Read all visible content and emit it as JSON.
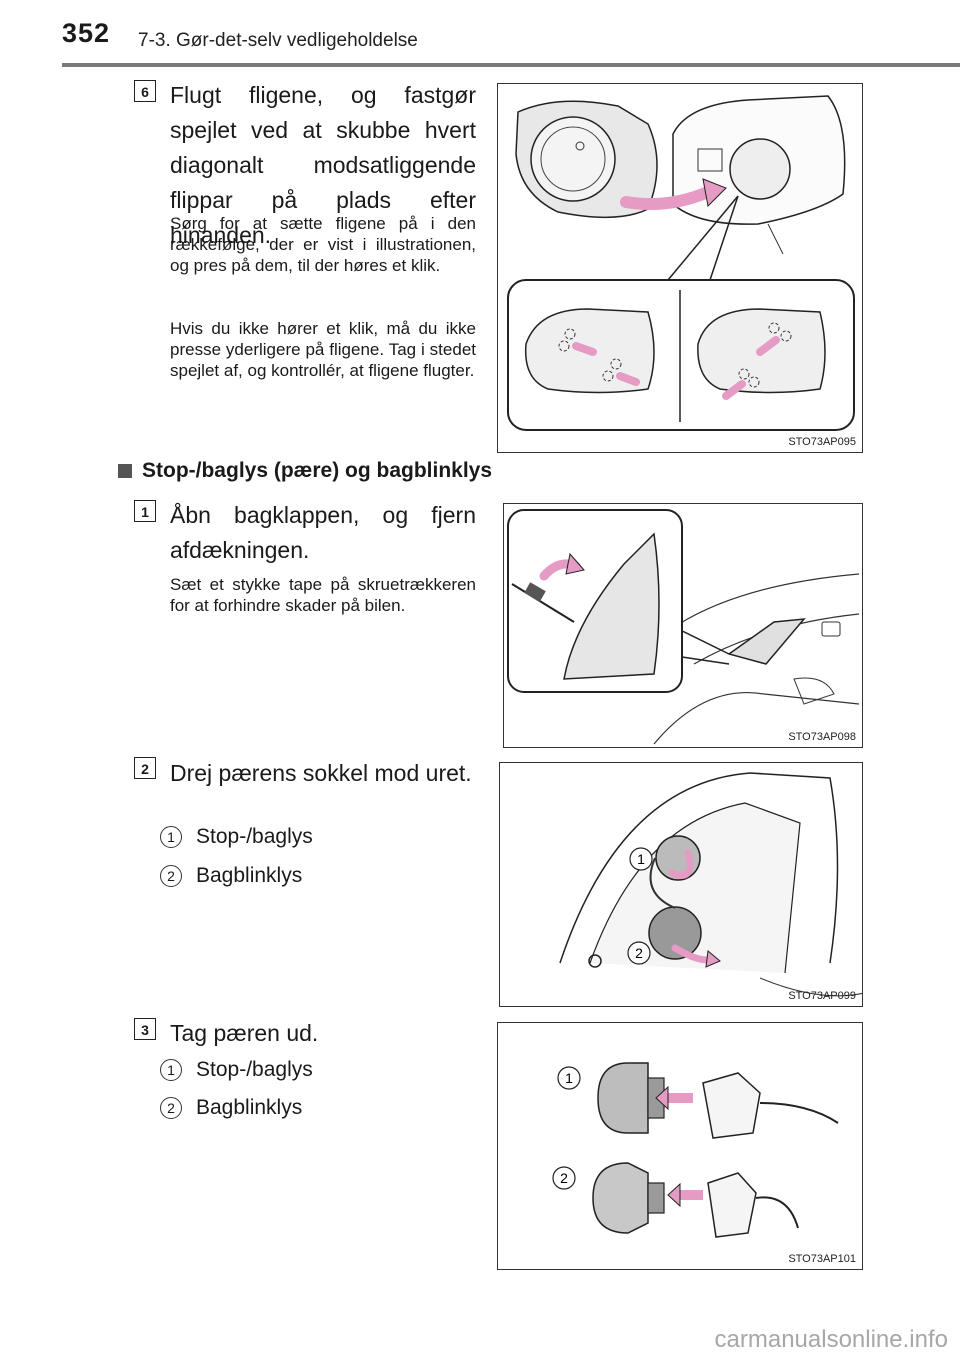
{
  "header": {
    "page_number": "352",
    "section_title": "7-3. Gør-det-selv vedligeholdelse"
  },
  "step6": {
    "badge": "6",
    "text": "Flugt fligene, og fastgør spejlet ved at skubbe hvert diagonalt modsatliggende flippar på plads efter hinanden.",
    "notes": [
      "Sørg for at sætte fligene på i den rækkefølge, der er vist i illustrationen, og pres på dem, til der høres et klik.",
      "Hvis du ikke hører et klik, må du ikke presse yderligere på fligene. Tag i stedet spejlet af, og kontrollér, at fligene flugter."
    ],
    "figure_code": "STO73AP095"
  },
  "subsection": {
    "title": "Stop-/baglys (pære) og bagblinklys"
  },
  "step1": {
    "badge": "1",
    "text": "Åbn bagklappen, og fjern afdækningen.",
    "note": "Sæt et stykke tape på skruetrækkeren for at forhindre skader på bilen.",
    "figure_code": "STO73AP098"
  },
  "step2": {
    "badge": "2",
    "text": "Drej pærens sokkel mod uret.",
    "items": [
      {
        "num": "1",
        "label": "Stop-/baglys"
      },
      {
        "num": "2",
        "label": "Bagblinklys"
      }
    ],
    "figure_code": "STO73AP099",
    "callouts": [
      "1",
      "2"
    ]
  },
  "step3": {
    "badge": "3",
    "text": "Tag pæren ud.",
    "items": [
      {
        "num": "1",
        "label": "Stop-/baglys"
      },
      {
        "num": "2",
        "label": "Bagblinklys"
      }
    ],
    "figure_code": "STO73AP101",
    "callouts": [
      "1",
      "2"
    ]
  },
  "footer": {
    "watermark": "carmanualsonline.info"
  },
  "colors": {
    "arrow_pink": "#e59bc3",
    "rule_gray": "#7a7a7a",
    "watermark_gray": "#a7a7a7"
  }
}
